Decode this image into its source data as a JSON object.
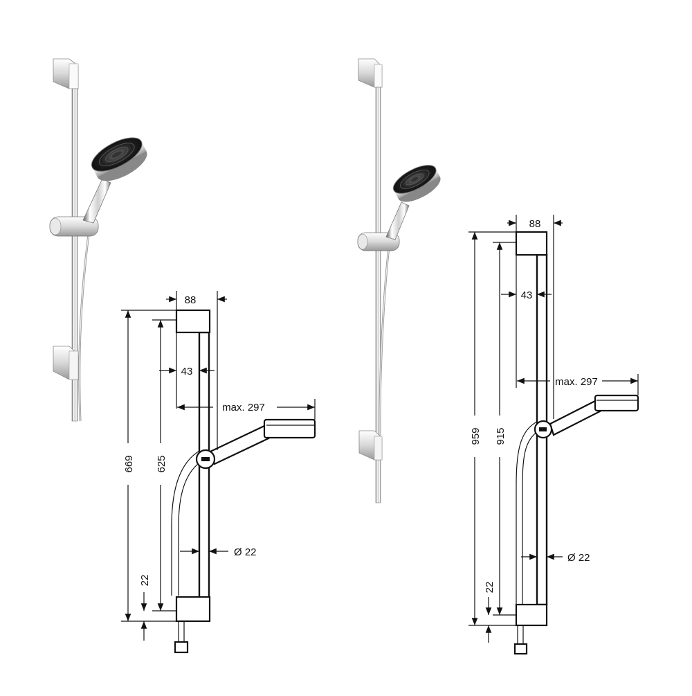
{
  "colors": {
    "ink": "#111111",
    "chrome_light": "#f2f2f2",
    "chrome_dark": "#444444",
    "background": "#ffffff"
  },
  "products": [
    {
      "name": "left-set",
      "dims": {
        "top_width": "88",
        "rail_offset": "43",
        "max_reach": "max. 297",
        "overall_height": "669",
        "hole_spacing": "625",
        "rail_diameter": "Ø 22",
        "bottom_offset": "22"
      }
    },
    {
      "name": "right-set",
      "dims": {
        "top_width": "88",
        "rail_offset": "43",
        "max_reach": "max. 297",
        "overall_height": "959",
        "hole_spacing": "915",
        "rail_diameter": "Ø 22",
        "bottom_offset": "22"
      }
    }
  ]
}
